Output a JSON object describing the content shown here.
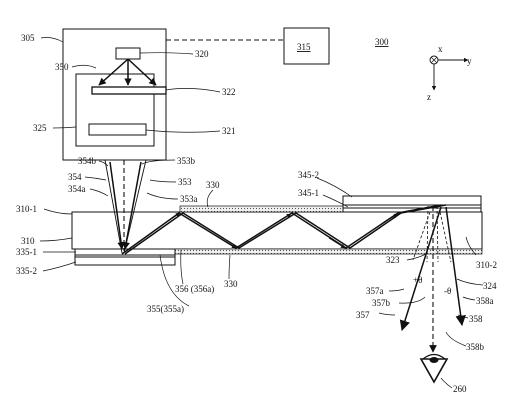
{
  "figure": {
    "ref_300": "300",
    "ref_305": "305",
    "ref_315": "315",
    "ref_320": "320",
    "ref_350": "350",
    "ref_322": "322",
    "ref_325": "325",
    "ref_321": "321",
    "ref_354b": "354b",
    "ref_353b": "353b",
    "ref_354": "354",
    "ref_353": "353",
    "ref_354a": "354a",
    "ref_353a": "353a",
    "ref_330_top": "330",
    "ref_345_2": "345-2",
    "ref_345_1": "345-1",
    "ref_310_1": "310-1",
    "ref_310": "310",
    "ref_335_1": "335-1",
    "ref_335_2": "335-2",
    "ref_356": "356 (356a)",
    "ref_330_bottom": "330",
    "ref_355": "355(355a)",
    "ref_323": "323",
    "ref_310_2": "310-2",
    "ref_324": "324",
    "ref_357a": "357a",
    "ref_plus_theta": "+θ",
    "ref_minus_theta": "-θ",
    "ref_358a": "358a",
    "ref_357b": "357b",
    "ref_357": "357",
    "ref_358": "358",
    "ref_358b": "358b",
    "ref_260": "260",
    "axis_x": "x",
    "axis_y": "y",
    "axis_z": "z"
  }
}
